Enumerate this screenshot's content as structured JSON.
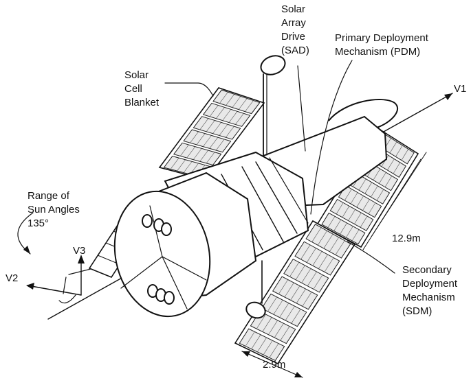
{
  "labels": {
    "solar_array_drive": [
      "Solar",
      "Array",
      "Drive",
      "(SAD)"
    ],
    "primary_deployment_mechanism": [
      "Primary Deployment",
      "Mechanism (PDM)"
    ],
    "v1_axis": "V1",
    "solar_cell_blanket": [
      "Solar",
      "Cell",
      "Blanket"
    ],
    "range_of_sun_angles": [
      "Range of",
      "Sun Angles",
      "135°"
    ],
    "v3_axis": "V3",
    "v2_axis": "V2",
    "array_length": "12.9m",
    "secondary_deployment_mechanism": [
      "Secondary",
      "Deployment",
      "Mechanism",
      "(SDM)"
    ],
    "array_width": "2.9m"
  }
}
